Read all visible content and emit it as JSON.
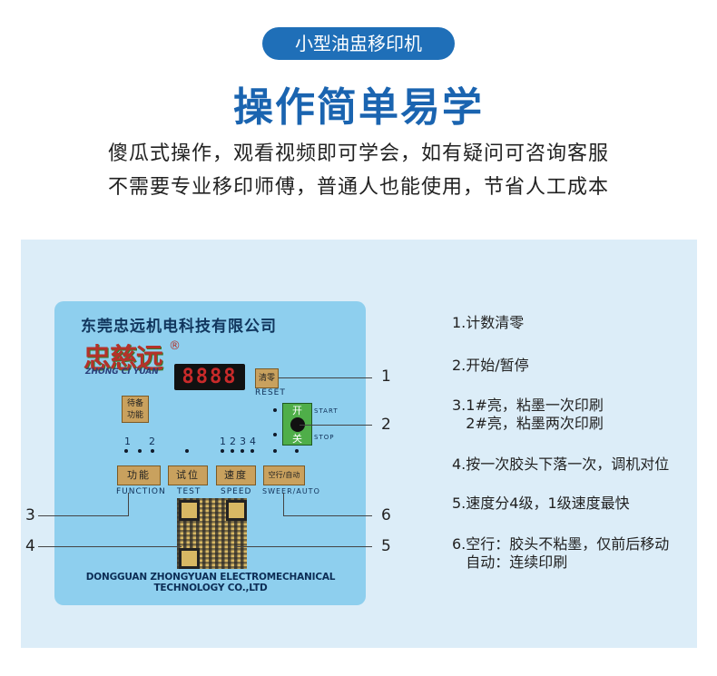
{
  "header": {
    "tag": "小型油盅移印机",
    "title": "操作简单易学",
    "subtitle_line1": "傻瓜式操作，观看视频即可学会，如有疑问可咨询客服",
    "subtitle_line2": "不需要专业移印师傅，普通人也能使用，节省人工成本"
  },
  "panel": {
    "company_cn": "东莞忠远机电科技有限公司",
    "brand_cn": "忠慈远",
    "brand_reg": "®",
    "brand_en": "ZHONG CI YUAN",
    "display": "8888",
    "reset_btn": "清零",
    "reset_label": "RESET",
    "standby_btn": "待备\n功能",
    "start_on": "开",
    "start_off": "关",
    "start_label": "START",
    "stop_label": "STOP",
    "indicator_numbers_a": [
      "1",
      "2"
    ],
    "indicator_numbers_b": [
      "1",
      "2",
      "3",
      "4"
    ],
    "buttons": [
      {
        "cn": "功能",
        "en": "FUNCTION"
      },
      {
        "cn": "试位",
        "en": "TEST"
      },
      {
        "cn": "速度",
        "en": "SPEED"
      },
      {
        "cn": "空行/自动",
        "en": "SWEER/AUTO"
      }
    ],
    "footer_en": "DONGGUAN ZHONGYUAN ELECTROMECHANICAL TECHNOLOGY CO.,LTD"
  },
  "callouts": [
    "1",
    "2",
    "3",
    "4",
    "5",
    "6"
  ],
  "notes": [
    "1.计数清零",
    "2.开始/暂停",
    "3.1#亮，粘墨一次印刷",
    "   2#亮，粘墨两次印刷",
    "4.按一次胶头下落一次，调机对位",
    "5.速度分4级，1级速度最快",
    "6.空行：胶头不粘墨，仅前后移动",
    "   自动：连续印刷"
  ]
}
